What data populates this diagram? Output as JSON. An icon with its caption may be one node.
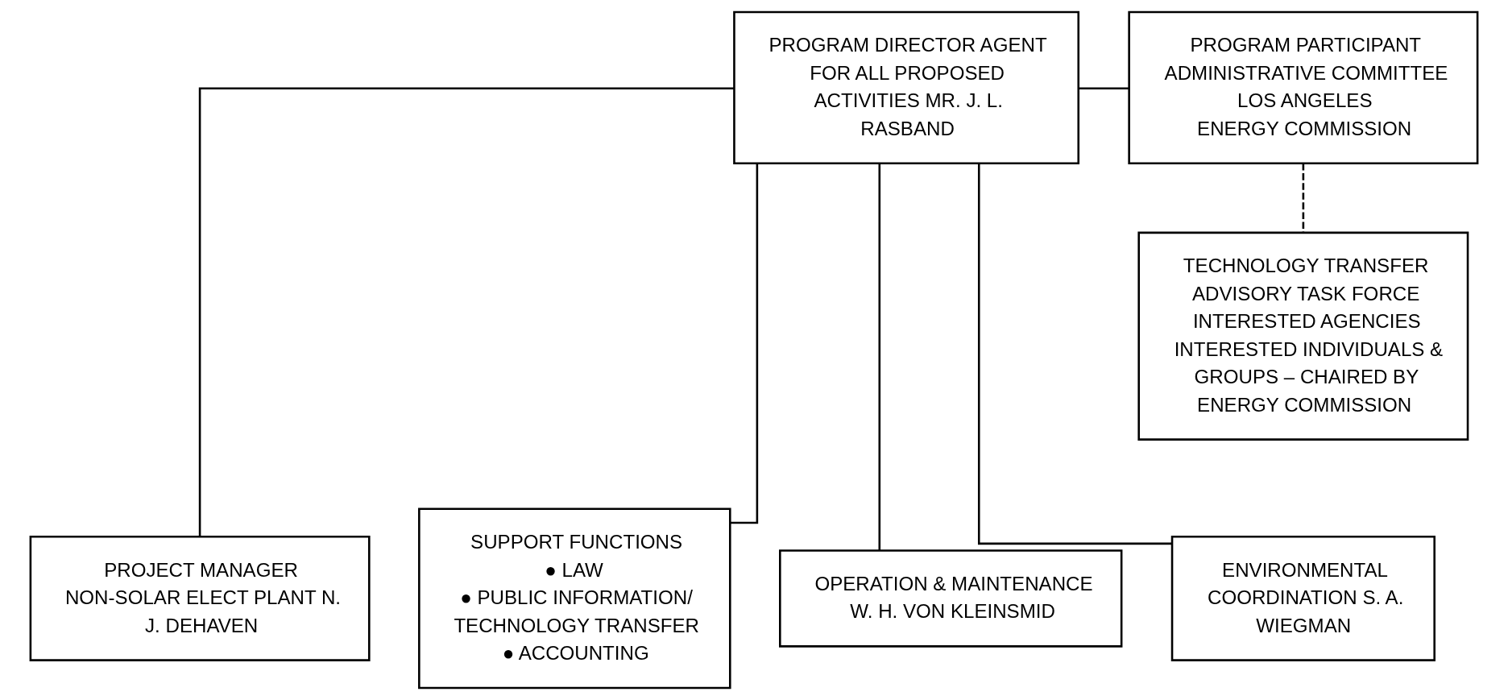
{
  "diagram": {
    "nodes": [
      {
        "text": [
          "PROGRAM DIRECTOR AGENT FOR ALL PROPOSED ACTIVITIES MR. J. L. RASBAND"
        ]
      },
      {
        "text": [
          "PROGRAM PARTICIPANT ADMINISTRATIVE COMMITTEE",
          "LOS ANGELES",
          "ENERGY COMMISSION"
        ]
      },
      {
        "text": [
          "TECHNOLOGY TRANSFER ADVISORY TASK FORCE INTERESTED AGENCIES INTERESTED INDIVIDUALS & GROUPS – CHAIRED BY ENERGY COMMISSION"
        ]
      },
      {
        "text": [
          "PROJECT MANAGER NON-SOLAR ELECT PLANT N. J. DEHAVEN"
        ]
      },
      {
        "text": [
          "SUPPORT FUNCTIONS",
          "● LAW",
          "● PUBLIC INFORMATION/ TECHNOLOGY TRANSFER",
          "● ACCOUNTING"
        ]
      },
      {
        "text": [
          "OPERATION & MAINTENANCE W. H. VON KLEINSMID"
        ]
      },
      {
        "text": [
          "ENVIRONMENTAL COORDINATION S. A. WIEGMAN"
        ]
      }
    ],
    "edges": [
      {
        "from": 0,
        "to": 1,
        "arrow": "none"
      },
      {
        "from": 1,
        "to": 2,
        "arrow": "none",
        "style": "dashed"
      },
      {
        "from": 0,
        "to": 3,
        "arrow": "none"
      },
      {
        "from": 0,
        "to": 4,
        "arrow": "none"
      },
      {
        "from": 0,
        "to": 5,
        "arrow": "none"
      },
      {
        "from": 0,
        "to": 6,
        "arrow": "none"
      }
    ]
  }
}
